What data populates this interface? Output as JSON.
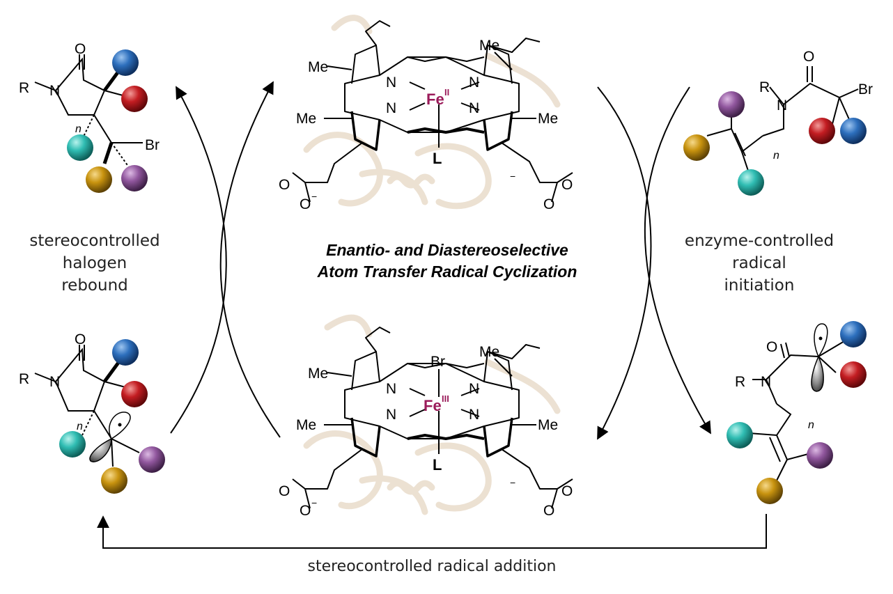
{
  "title": {
    "line1": "Enantio- and Diastereoselective",
    "line2": "Atom Transfer Radical Cyclization"
  },
  "labels": {
    "left": [
      "stereocontrolled",
      "halogen",
      "rebound"
    ],
    "right": [
      "enzyme-controlled",
      "radical",
      "initiation"
    ],
    "bottom": "stereocontrolled radical addition"
  },
  "atoms": {
    "R": "R",
    "N": "N",
    "O": "O",
    "Br": "Br",
    "n": "n",
    "Me": "Me",
    "L": "L",
    "Fe": "Fe",
    "Fe_ox_top": "II",
    "Fe_ox_bottom": "III",
    "anion": "−"
  },
  "colors": {
    "blue": "#1f5fa8",
    "red": "#b3161b",
    "cyan": "#2fb6ae",
    "gold": "#c08a10",
    "purple": "#8a4f96",
    "iron": "#9b1b5a",
    "protein": "#e9dccb"
  }
}
